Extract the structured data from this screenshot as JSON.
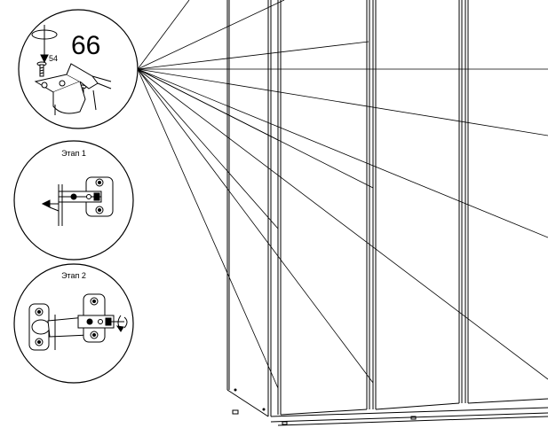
{
  "detail_top": {
    "count_label": "66",
    "screw_label": "54"
  },
  "detail_step1": {
    "label": "Этап 1"
  },
  "detail_step2": {
    "label": "Этап 2"
  },
  "colors": {
    "line": "#000000",
    "background": "#ffffff"
  }
}
